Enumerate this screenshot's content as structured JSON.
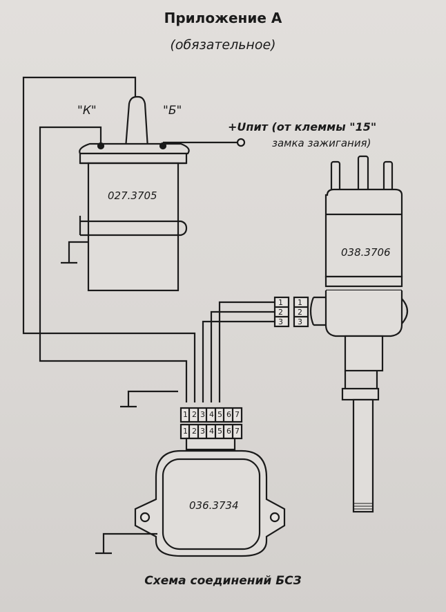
{
  "header": {
    "title": "Приложение А",
    "subtitle": "(обязательное)"
  },
  "coil": {
    "model": "027.3705",
    "terminal_k": "\"К\"",
    "terminal_b": "\"Б\""
  },
  "power": {
    "label_line1": "+Uпит (от клеммы \"15\"",
    "label_line2": "замка зажигания)"
  },
  "distributor": {
    "model": "038.3706",
    "connector_pins": [
      "1",
      "2",
      "3"
    ]
  },
  "switch_unit": {
    "model": "036.3734",
    "connector_pins": [
      "1",
      "2",
      "3",
      "4",
      "5",
      "6",
      "7"
    ]
  },
  "caption": "Схема соединений БСЗ"
}
